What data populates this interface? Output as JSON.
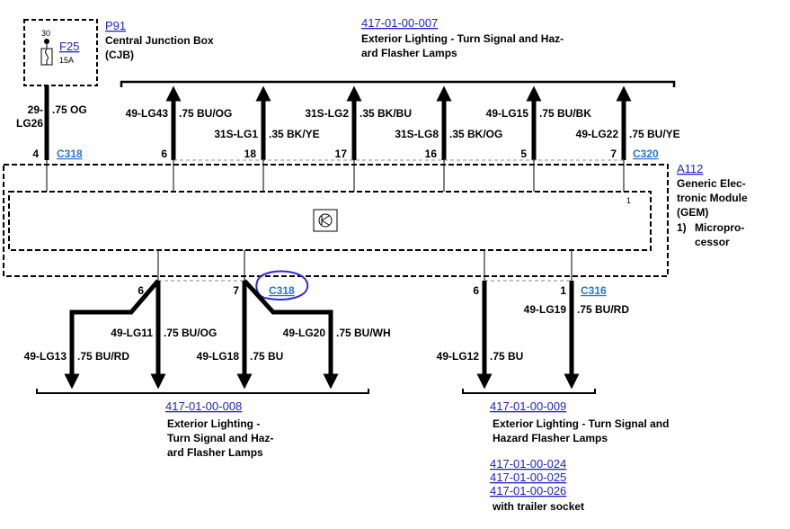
{
  "fuse_box": {
    "ref": "P91",
    "name_lines": [
      "Central Junction Box",
      "(CJB)"
    ],
    "fuse_label": "F25",
    "fuse_amps": "15A",
    "terminal": "30"
  },
  "top_group": {
    "ref": "417-01-00-007",
    "desc_lines": [
      "Exterior Lighting - Turn Signal and Haz-",
      "ard Flasher Lamps"
    ]
  },
  "module": {
    "ref": "A112",
    "desc_lines": [
      "Generic Elec-",
      "tronic Module",
      "(GEM)"
    ],
    "note_num": "1)",
    "note_lines": [
      "Micropro-",
      "cessor"
    ],
    "note_marker": "1"
  },
  "connectors": {
    "c318_top": "C318",
    "c320": "C320",
    "c318_bottom": "C318",
    "c316": "C316"
  },
  "power_wire": {
    "circuit_lines": [
      "29-",
      "LG26"
    ],
    "spec": ".75 OG",
    "pin": "4"
  },
  "top_wires": [
    {
      "pin": "6",
      "circuit": "49-LG43",
      "spec": ".75 BU/OG"
    },
    {
      "pin": "18",
      "circuit": "31S-LG1",
      "spec": ".35 BK/YE"
    },
    {
      "pin": "17",
      "circuit": "31S-LG2",
      "spec": ".35 BK/BU"
    },
    {
      "pin": "16",
      "circuit": "31S-LG8",
      "spec": ".35 BK/OG"
    },
    {
      "pin": "5",
      "circuit": "49-LG15",
      "spec": ".75 BU/BK"
    },
    {
      "pin": "7",
      "circuit": "49-LG22",
      "spec": ".75 BU/YE"
    }
  ],
  "bottom_left": {
    "pin_a": "6",
    "pin_b": "7",
    "wires": [
      {
        "circuit": "49-LG13",
        "spec": ".75 BU/RD"
      },
      {
        "circuit": "49-LG11",
        "spec": ".75 BU/OG"
      },
      {
        "circuit": "49-LG18",
        "spec": ".75 BU"
      },
      {
        "circuit": "49-LG20",
        "spec": ".75 BU/WH"
      }
    ],
    "ref": "417-01-00-008",
    "desc_lines": [
      "Exterior Lighting -",
      "Turn Signal and Haz-",
      "ard Flasher Lamps"
    ]
  },
  "bottom_right": {
    "pin_a": "6",
    "pin_b": "1",
    "wires": [
      {
        "circuit": "49-LG12",
        "spec": ".75 BU"
      },
      {
        "circuit": "49-LG19",
        "spec": ".75 BU/RD"
      }
    ],
    "ref": "417-01-00-009",
    "desc_lines": [
      "Exterior Lighting - Turn Signal and",
      "Hazard Flasher Lamps"
    ],
    "extra_refs": [
      "417-01-00-024",
      "417-01-00-025",
      "417-01-00-026"
    ],
    "extra_note": "with trailer socket"
  },
  "annotation": {
    "color": "#2b2bd6"
  }
}
